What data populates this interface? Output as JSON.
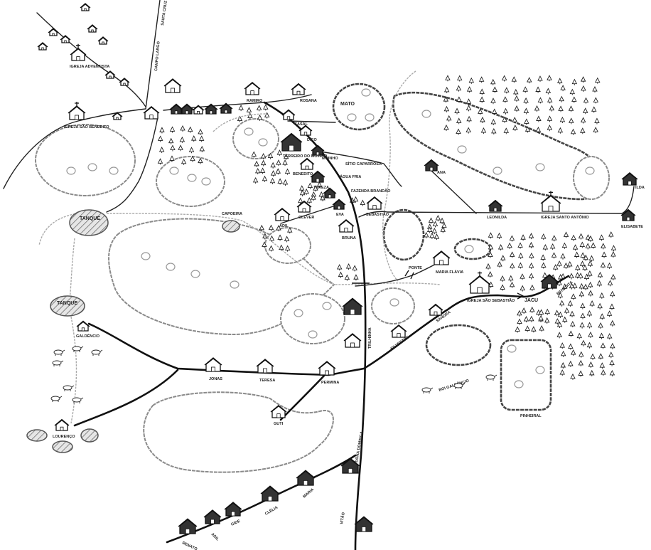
{
  "map": {
    "top_left": {
      "santa_cruz": "Santa Cruz",
      "campo_largo": "Campo Largo",
      "igreja_adventista": "Igreja Adventista",
      "igreja_sao_benedito": "Igreja São Benedito"
    },
    "places": {
      "mato": "Mato",
      "tanque_1": "Tanque",
      "tanque_2": "Tanque",
      "capoeira": "Capoeira",
      "ponte": "Ponte",
      "jacu": "Jacu",
      "pinheiral": "Pinheiral",
      "boi_galdencio": "Boi Galdêncio",
      "trilhinha": "Trilhinha",
      "sitio_caparrosa": "Sítio Caparrosa",
      "agua_fria": "Água Fria"
    },
    "houses": {
      "ramiro": "Ramiro",
      "rosana": "Rosana",
      "casal": "Casal",
      "dico": "Dico",
      "terreiro_moinho": "Terreiro do Moinho",
      "moinho": "Moinho",
      "benedito": "Benedito",
      "tereza": "Tereza",
      "fazenda": "Fazenda Brandão",
      "eva": "Eva",
      "adil_top": "Adil",
      "clever": "Clever",
      "sebastiao": "Sebastião",
      "bruna": "Bruna",
      "ana": "Ana",
      "leonilda": "Leonilda",
      "igreja_santo_antonio": "Igreja Santo Antônio",
      "ilda": "Ilda",
      "elisabete": "Elisabete",
      "maria_flavia": "Maria Flávia",
      "igreja_sao_sebastiao": "Igreja São Sebastião",
      "benedita": "Benedita",
      "sandra": "Sandra",
      "silvestre": "Silvestre",
      "galdencio": "Galdêncio",
      "jonas": "Jonas",
      "teresa": "Teresa",
      "permina": "Permina",
      "guti": "Guti",
      "lourenco": "Lourenço",
      "renato": "Renato",
      "adil": "Adil",
      "gide": "Gide",
      "clelia": "Clélia",
      "maria": "Maria",
      "dona_dominga": "Dona Dominga",
      "vitao": "Vitão"
    }
  }
}
